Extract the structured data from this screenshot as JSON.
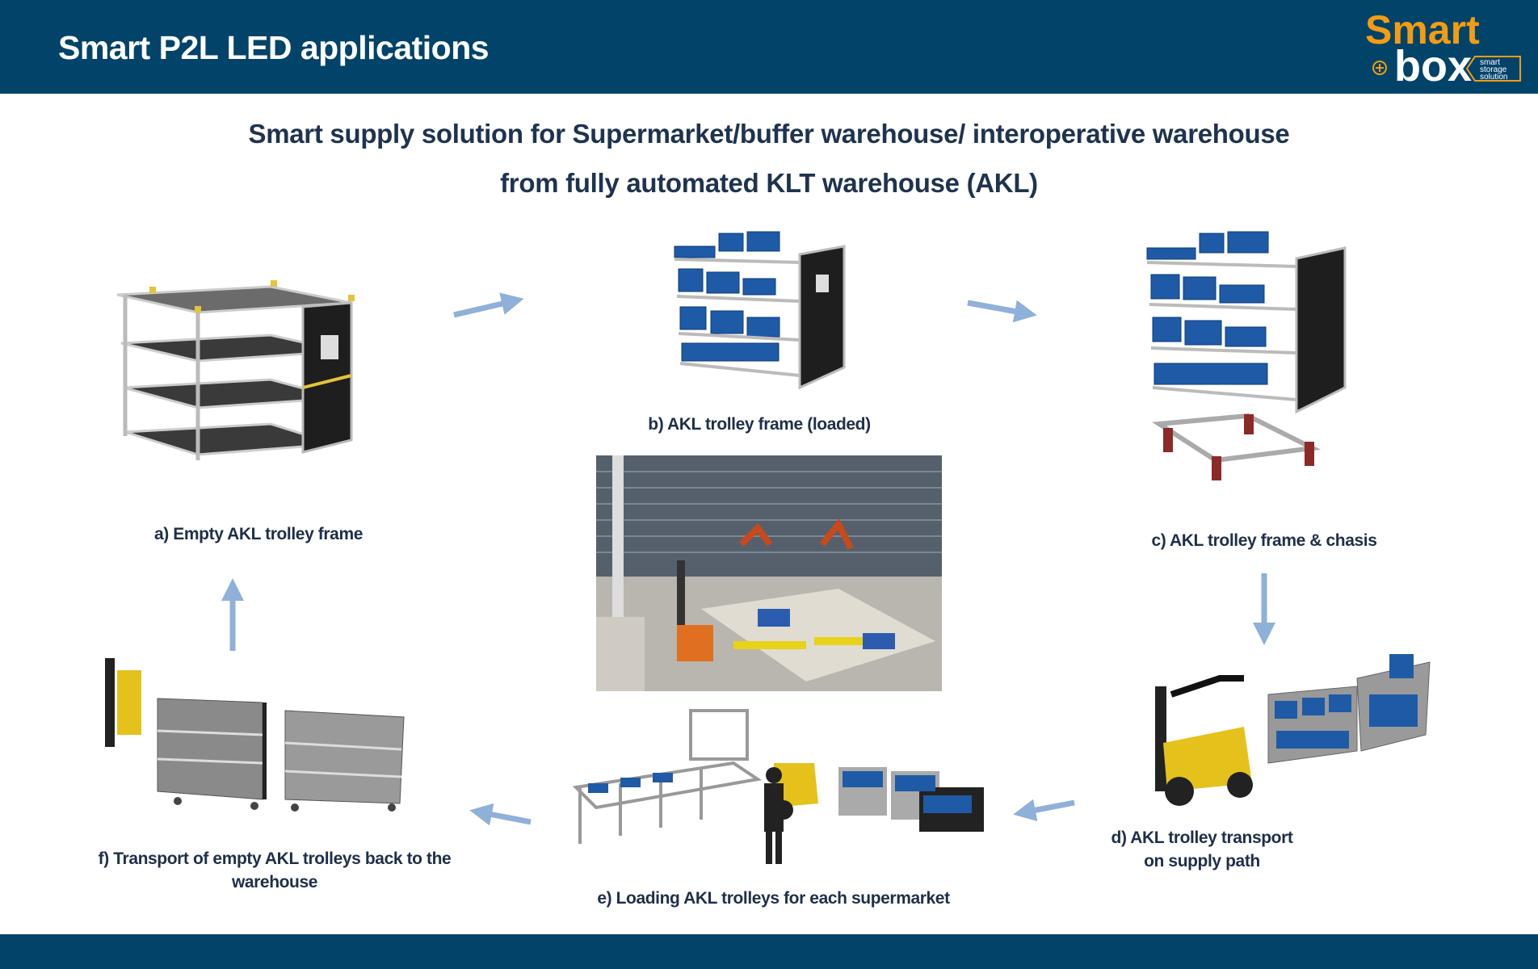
{
  "header": {
    "title": "Smart P2L LED applications",
    "logo": {
      "word1": "Smart",
      "word2": "box",
      "tagline": [
        "smart",
        "storage",
        "solution"
      ]
    }
  },
  "subtitle": {
    "line1": "Smart supply solution for Supermarket/buffer warehouse/ interoperative warehouse",
    "line2": "from fully automated KLT warehouse (AKL)"
  },
  "steps": {
    "a": "a) Empty AKL trolley frame",
    "b": "b) AKL trolley frame (loaded)",
    "c": "c) AKL trolley frame & chasis",
    "d1": "d) AKL trolley transport",
    "d2": "on supply path",
    "e": "e) Loading AKL trolleys for each supermarket",
    "f1": "f) Transport of empty AKL trolleys back to the",
    "f2": "warehouse"
  },
  "colors": {
    "brand": "#02436a",
    "accent": "#f39c12",
    "arrow": "#8fb0d8",
    "text": "#1f3350"
  }
}
